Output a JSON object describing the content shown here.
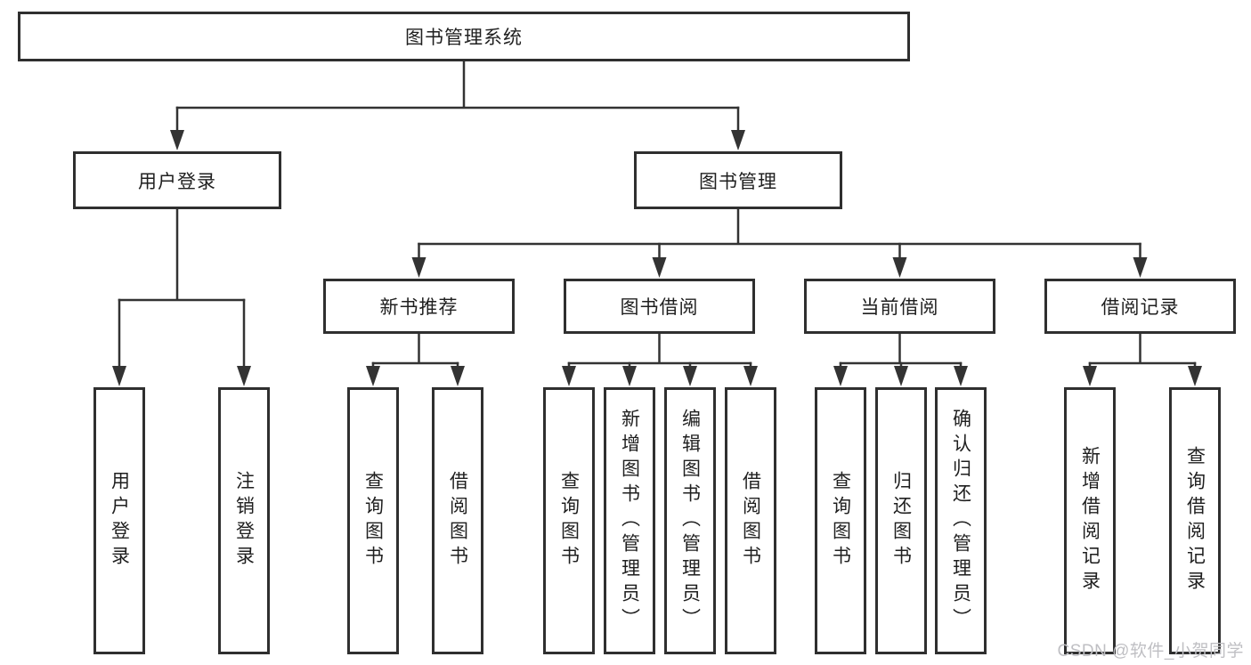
{
  "diagram": {
    "root": {
      "label": "图书管理系统"
    },
    "branches": [
      {
        "label": "用户登录",
        "leaves": [
          {
            "label": "用户登录"
          },
          {
            "label": "注销登录"
          }
        ]
      },
      {
        "label": "图书管理",
        "sections": [
          {
            "label": "新书推荐",
            "leaves": [
              {
                "label": "查询图书"
              },
              {
                "label": "借阅图书"
              }
            ]
          },
          {
            "label": "图书借阅",
            "leaves": [
              {
                "label": "查询图书"
              },
              {
                "label": "新增图书（管理员）"
              },
              {
                "label": "编辑图书（管理员）"
              },
              {
                "label": "借阅图书"
              }
            ]
          },
          {
            "label": "当前借阅",
            "leaves": [
              {
                "label": "查询图书"
              },
              {
                "label": "归还图书"
              },
              {
                "label": "确认归还（管理员）"
              }
            ]
          },
          {
            "label": "借阅记录",
            "leaves": [
              {
                "label": "新增借阅记录"
              },
              {
                "label": "查询借阅记录"
              }
            ]
          }
        ]
      }
    ]
  },
  "watermark": {
    "text": "CSDN @软件_小贺同学"
  },
  "colors": {
    "line": "#333333",
    "box_border": "#2f2f2f",
    "box_fill": "#ffffff",
    "text": "#1f1f1f",
    "background": "#ffffff",
    "watermark": "#bfbfc3"
  }
}
